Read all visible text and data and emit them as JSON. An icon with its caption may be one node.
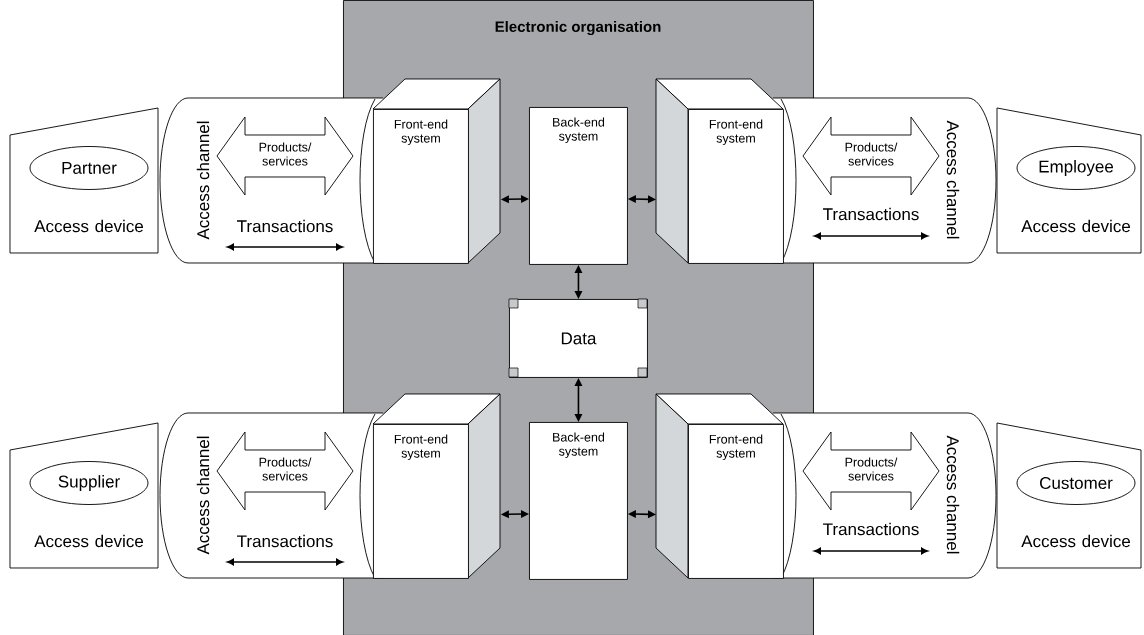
{
  "diagram": {
    "nodes": [
      {
        "text": [
          "Electronic organisation"
        ]
      },
      {
        "text": [
          "Access device"
        ]
      },
      {
        "text": [
          "Partner"
        ],
        "in": 1
      },
      {
        "text": [
          "Access channel"
        ]
      },
      {
        "text": [
          "Products/ services"
        ],
        "in": 3
      },
      {
        "text": [
          "Front-end system"
        ],
        "in": 0
      },
      {
        "text": [
          "Back-end system"
        ],
        "in": 0
      },
      {
        "text": [
          "Front-end system"
        ],
        "in": 0
      },
      {
        "text": [
          "Access channel"
        ]
      },
      {
        "text": [
          "Products/ services"
        ],
        "in": 8
      },
      {
        "text": [
          "Access device"
        ]
      },
      {
        "text": [
          "Employee"
        ],
        "in": 10
      },
      {
        "text": [
          "Data"
        ],
        "in": 0
      },
      {
        "text": [
          "Access device"
        ]
      },
      {
        "text": [
          "Supplier"
        ],
        "in": 13
      },
      {
        "text": [
          "Access channel"
        ]
      },
      {
        "text": [
          "Products/ services"
        ],
        "in": 15
      },
      {
        "text": [
          "Front-end system"
        ],
        "in": 0
      },
      {
        "text": [
          "Back-end system"
        ],
        "in": 0
      },
      {
        "text": [
          "Front-end system"
        ],
        "in": 0
      },
      {
        "text": [
          "Access channel"
        ]
      },
      {
        "text": [
          "Products/ services"
        ],
        "in": 20
      },
      {
        "text": [
          "Access device"
        ]
      },
      {
        "text": [
          "Customer"
        ],
        "in": 22
      }
    ],
    "edges": [
      {
        "from": 5,
        "to": 6,
        "arrow": "both"
      },
      {
        "from": 6,
        "to": 7,
        "arrow": "both"
      },
      {
        "from": 6,
        "to": 12,
        "arrow": "both"
      },
      {
        "from": 12,
        "to": 18,
        "arrow": "both"
      },
      {
        "from": 17,
        "to": 18,
        "arrow": "both"
      },
      {
        "from": 18,
        "to": 19,
        "arrow": "both"
      }
    ],
    "labels": [
      "Transactions",
      "Transactions",
      "Transactions",
      "Transactions"
    ]
  }
}
